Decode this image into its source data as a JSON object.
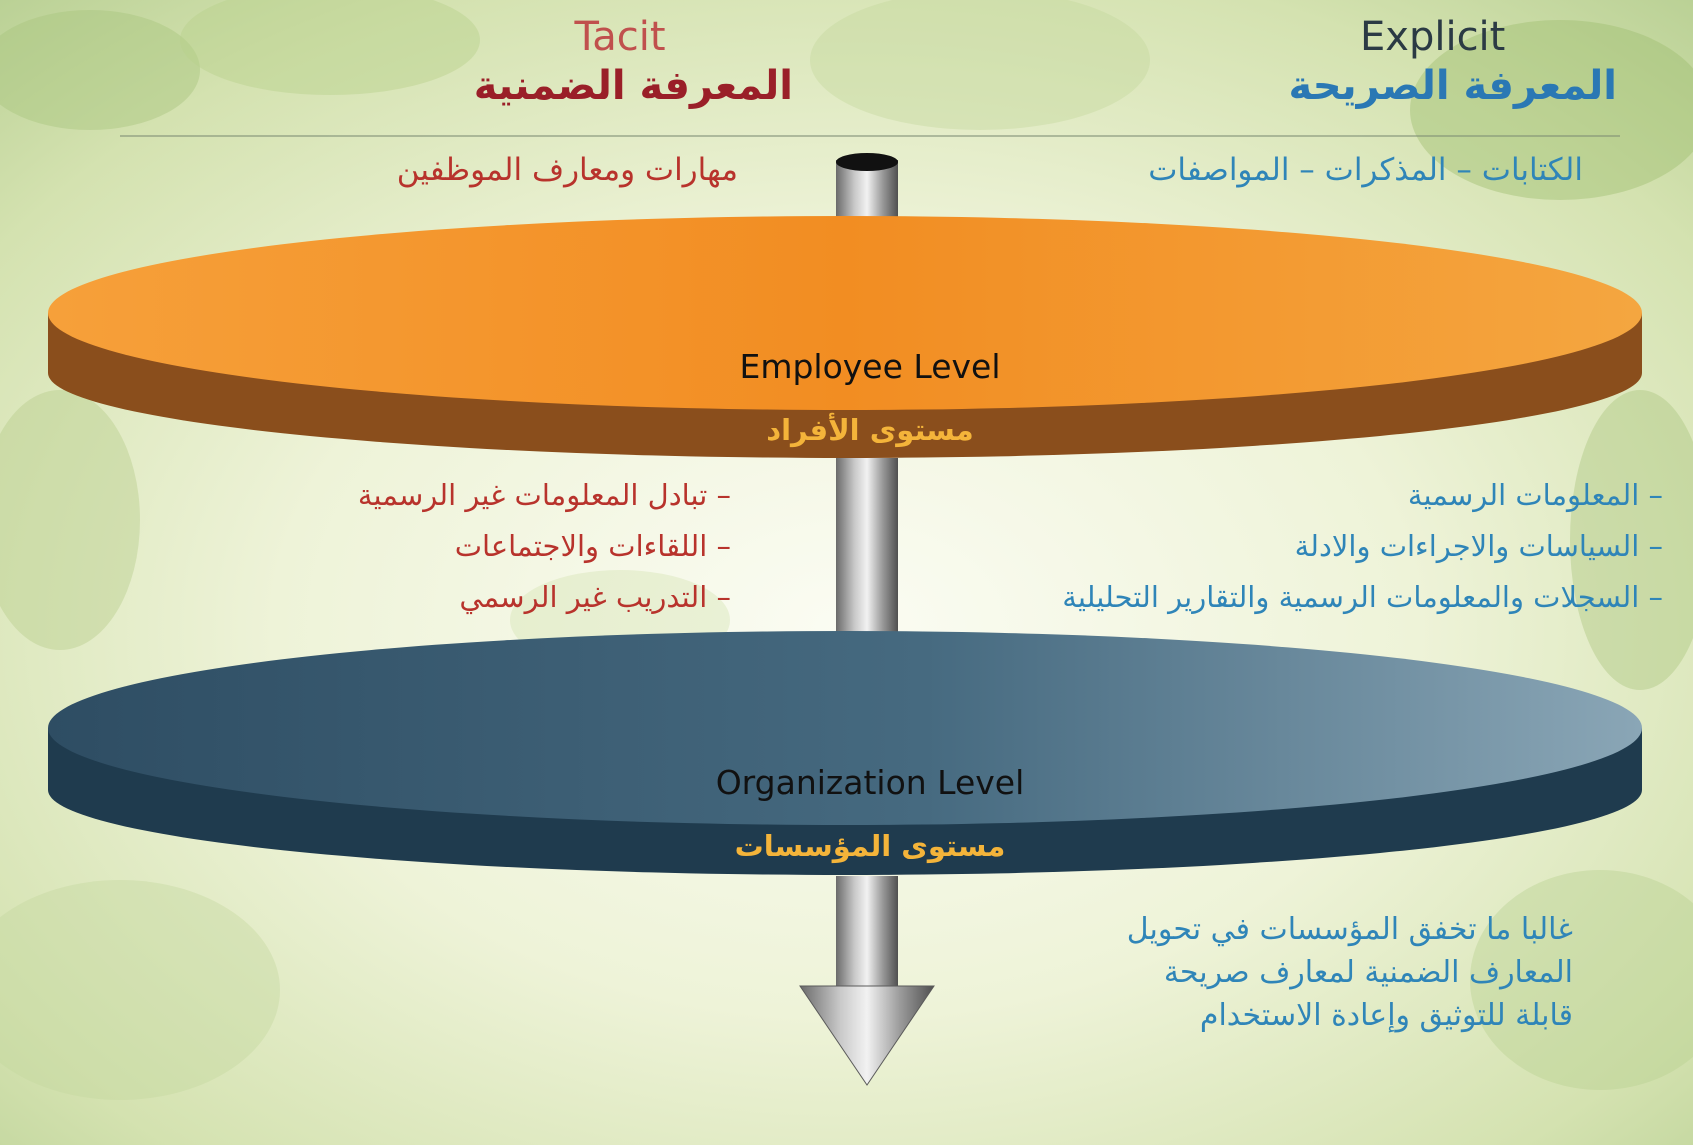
{
  "headers": {
    "tacit_en": "Tacit",
    "tacit_ar": "المعرفة الضمنية",
    "explicit_en": "Explicit",
    "explicit_ar": "المعرفة الصريحة"
  },
  "top_row": {
    "tacit": "مهارات ومعارف الموظفين",
    "explicit": "الكتابات – المذكرات – المواصفات"
  },
  "levels": {
    "employee": {
      "label_en": "Employee Level",
      "label_ar": "مستوى الأفراد",
      "color": "#f39a2a"
    },
    "organization": {
      "label_en": "Organization Level",
      "label_ar": "مستوى المؤسسات",
      "color": "#2f5268"
    }
  },
  "tacit_items": [
    "– تبادل المعلومات غير الرسمية",
    "– اللقاءات والاجتماعات",
    "– التدريب غير الرسمي"
  ],
  "explicit_items": [
    "– المعلومات الرسمية",
    "– السياسات والاجراءات والادلة",
    "– السجلات والمعلومات الرسمية والتقارير التحليلية"
  ],
  "note_lines": [
    "غالبا ما تخفق المؤسسات في تحويل",
    "المعارف الضمنية لمعارف صريحة",
    "قابلة للتوثيق وإعادة الاستخدام"
  ],
  "colors": {
    "tacit": "#b8332c",
    "explicit": "#2f85b8",
    "level_ar_text": "#f4b43a"
  }
}
